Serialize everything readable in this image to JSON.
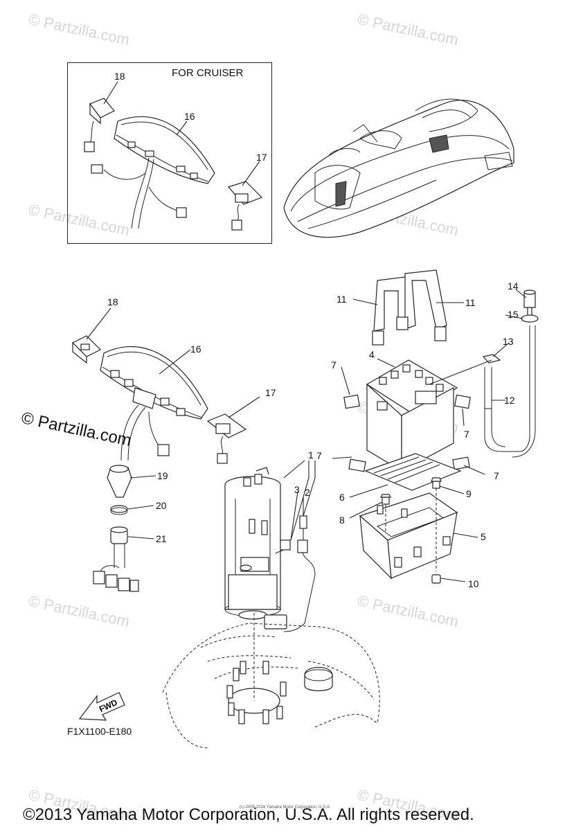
{
  "watermark": "© Partzilla.com",
  "partzilla_mark": "© Partzilla.com",
  "for_cruiser_label": "FOR CRUISER",
  "diagram_code": "F1X1100-E180",
  "fwd_label": "FWD",
  "copyright": "©2013 Yamaha Motor Corporation, U.S.A. All rights reserved.",
  "small_copyright": "(c) 2005-2016 Yamaha Motor Corporation, U.S.A.",
  "callouts": {
    "inset_18": "18",
    "inset_16": "16",
    "inset_17": "17",
    "c18": "18",
    "c16": "16",
    "c17": "17",
    "c19": "19",
    "c20": "20",
    "c21": "21",
    "c1": "1",
    "c2": "2",
    "c3": "3",
    "c4": "4",
    "c5": "5",
    "c6": "6",
    "c7a": "7",
    "c7b": "7",
    "c7c": "7",
    "c7d": "7",
    "c8": "8",
    "c9": "9",
    "c10": "10",
    "c11a": "11",
    "c11b": "11",
    "c12": "12",
    "c13": "13",
    "c14": "14",
    "c15": "15"
  }
}
